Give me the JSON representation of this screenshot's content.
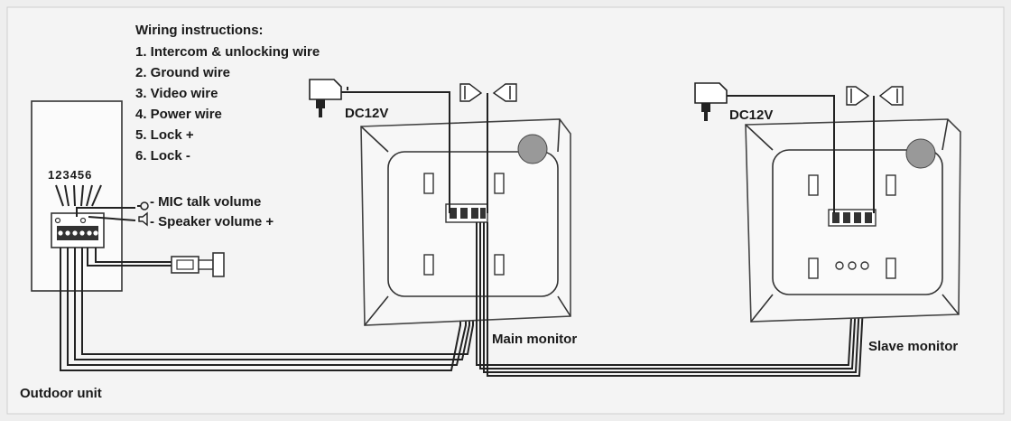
{
  "instructions": {
    "title": "Wiring instructions:",
    "items": [
      "1. Intercom & unlocking wire",
      "2. Ground wire",
      "3. Video wire",
      "4. Power wire",
      "5. Lock +",
      "6. Lock -"
    ]
  },
  "outdoor_unit": {
    "label": "Outdoor unit",
    "terminal_numbers": "123456",
    "mic_volume_label": "- MIC talk volume",
    "speaker_volume_label": "- Speaker volume +"
  },
  "main_monitor": {
    "label": "Main monitor",
    "power_label": "DC12V"
  },
  "slave_monitor": {
    "label": "Slave monitor",
    "power_label": "DC12V"
  }
}
